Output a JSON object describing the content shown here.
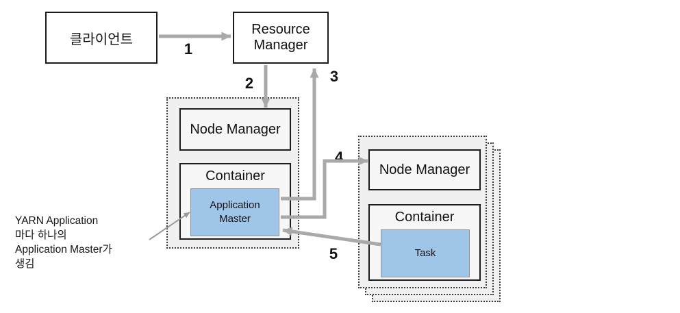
{
  "colors": {
    "arrow_gray": "#a9a9a9",
    "annotation_arrow_gray": "#9a9a9a",
    "blue_box_fill": "#9fc5e8",
    "box_border_black": "#1b1b1b",
    "dotted_region_bg": "#f0f0f1"
  },
  "client": {
    "label": "클라이언트"
  },
  "resource_manager": {
    "label": "Resource Manager"
  },
  "left_node": {
    "node_manager_label": "Node Manager",
    "container_label": "Container",
    "application_master_label": "Application Master"
  },
  "right_node": {
    "node_manager_label": "Node Manager",
    "container_label": "Container",
    "task_label": "Task"
  },
  "steps": {
    "s1": "1",
    "s2": "2",
    "s3": "3",
    "s4": "4",
    "s5": "5"
  },
  "annotation": {
    "line1": "YARN Application",
    "line2": "마다 하나의",
    "line3": "Application Master가",
    "line4": "생김"
  }
}
